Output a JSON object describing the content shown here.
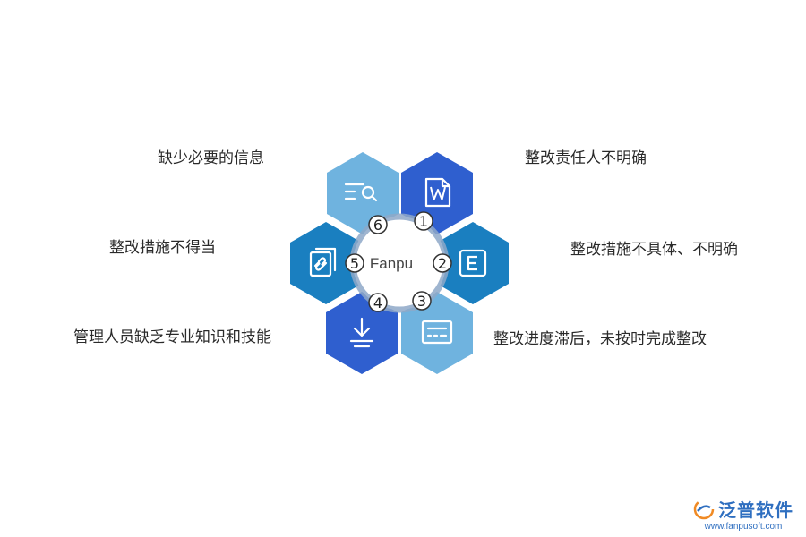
{
  "center": {
    "label": "Fanpu"
  },
  "items": [
    {
      "number": "1",
      "label": "整改责任人不明确",
      "icon": "word-document-icon",
      "color": "#2f5fcf"
    },
    {
      "number": "2",
      "label": "整改措施不具体、不明确",
      "icon": "letter-e-document-icon",
      "color": "#1a7fc0"
    },
    {
      "number": "3",
      "label": "整改进度滞后，未按时完成整改",
      "icon": "form-card-icon",
      "color": "#6fb3df"
    },
    {
      "number": "4",
      "label": "管理人员缺乏专业知识和技能",
      "icon": "download-icon",
      "color": "#2f5fcf"
    },
    {
      "number": "5",
      "label": "整改措施不得当",
      "icon": "link-documents-icon",
      "color": "#1a7fc0"
    },
    {
      "number": "6",
      "label": "缺少必要的信息",
      "icon": "search-list-icon",
      "color": "#6fb3df"
    }
  ],
  "brand": {
    "name": "泛普软件",
    "url": "www.fanpusoft.com"
  }
}
